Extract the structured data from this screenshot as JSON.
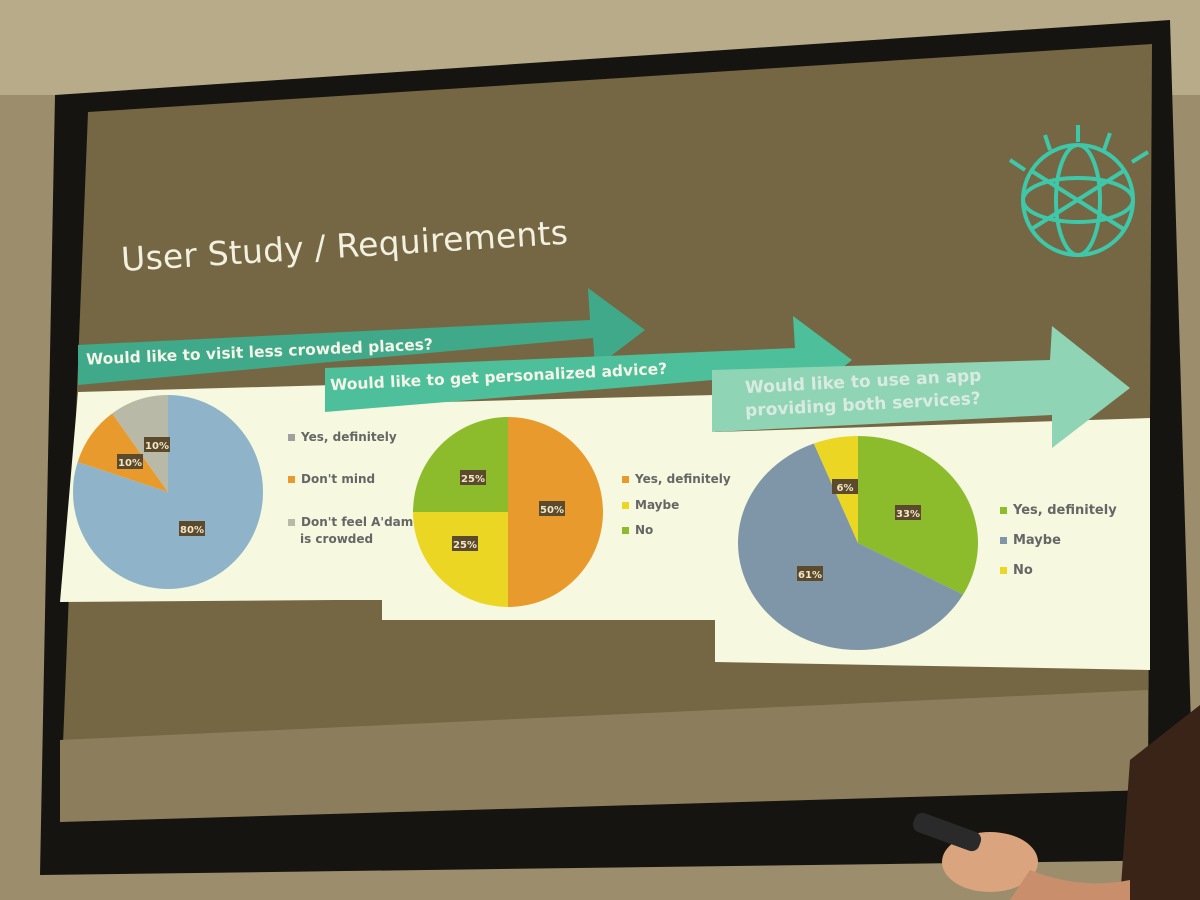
{
  "slide": {
    "title": "User Study / Requirements",
    "questions": {
      "q1": "Would like to visit less crowded places?",
      "q2": "Would like to get personalized advice?",
      "q3_line1": "Would like to use an app",
      "q3_line2": "providing both services?"
    }
  },
  "colors": {
    "screen_bg": "#6b5d3a",
    "panel_bg": "#f6f8df",
    "arrow1": "#3fa989",
    "arrow2": "#4dbf9a",
    "arrow3": "#8fd4b4",
    "blue": "#8fb4c9",
    "orange": "#e99a2c",
    "gray": "#b9b9a8",
    "green": "#8cbb2c",
    "yellow": "#ecd624",
    "blue_gray": "#7f96a8"
  },
  "chart_data": [
    {
      "type": "pie",
      "labels": [
        "Yes, definitely",
        "Don't mind",
        "Don't feel A'dam is crowded"
      ],
      "legend": [
        "Yes, definitely",
        "Don't mind",
        "Don't feel A'dam",
        "is crowded"
      ],
      "values": [
        80,
        10,
        10
      ],
      "data_labels": [
        "80%",
        "10%",
        "10%"
      ]
    },
    {
      "type": "pie",
      "labels": [
        "Yes, definitely",
        "Maybe",
        "No"
      ],
      "values": [
        50,
        25,
        25
      ],
      "data_labels": [
        "50%",
        "25%",
        "25%"
      ]
    },
    {
      "type": "pie",
      "labels": [
        "Yes, definitely",
        "Maybe",
        "No"
      ],
      "values": [
        33,
        61,
        6
      ],
      "data_labels": [
        "33%",
        "61%",
        "6%"
      ]
    }
  ]
}
